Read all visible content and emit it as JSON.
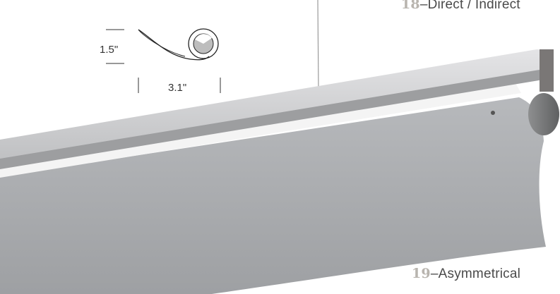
{
  "dimensions": {
    "height_label": "1.5\"",
    "width_label": "3.1\""
  },
  "captions": [
    {
      "number": "18",
      "separator": "–",
      "text": "Direct / Indirect"
    },
    {
      "number": "19",
      "separator": "–",
      "text": "Asymmetrical"
    }
  ],
  "colors": {
    "background": "#ffffff",
    "housing": "#c9c9cb",
    "reflector": "#a8aaad",
    "number_accent": "#b8b4ae",
    "caption_text": "#4a4a4a"
  }
}
